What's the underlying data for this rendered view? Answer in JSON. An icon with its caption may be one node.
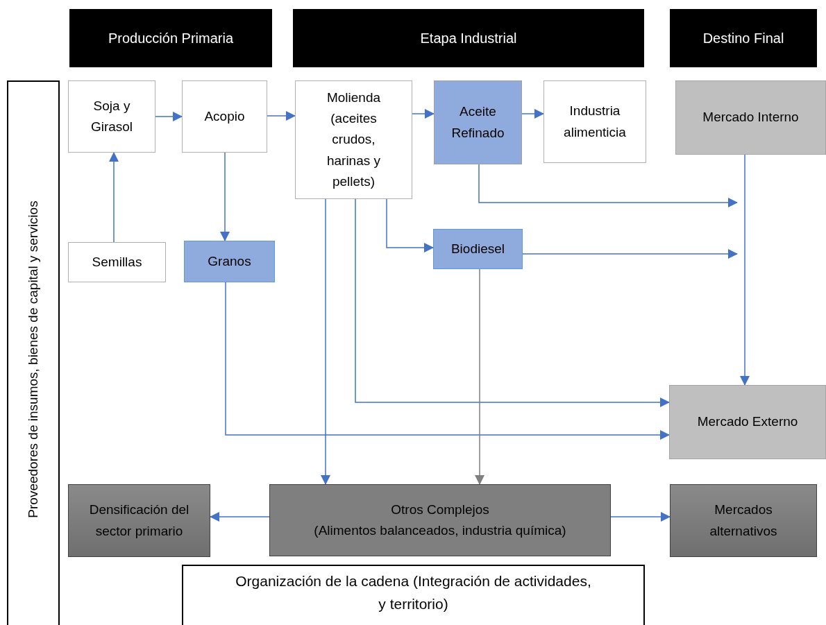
{
  "diagram": {
    "nodes": [
      {
        "text": [
          "Producción Primaria"
        ]
      },
      {
        "text": [
          "Etapa Industrial"
        ]
      },
      {
        "text": [
          "Destino Final"
        ]
      },
      {
        "text": [
          "Proveedores de insumos, bienes de capital y servicios"
        ]
      },
      {
        "text": [
          "Soja y Girasol"
        ]
      },
      {
        "text": [
          "Acopio"
        ]
      },
      {
        "text": [
          "Molienda (aceites crudos, harinas y pellets)"
        ]
      },
      {
        "text": [
          "Aceite Refinado"
        ]
      },
      {
        "text": [
          "Industria alimenticia"
        ]
      },
      {
        "text": [
          "Mercado Interno"
        ]
      },
      {
        "text": [
          "Semillas"
        ]
      },
      {
        "text": [
          "Granos"
        ]
      },
      {
        "text": [
          "Biodiesel"
        ]
      },
      {
        "text": [
          "Mercado Externo"
        ]
      },
      {
        "text": [
          "Densificación del sector primario"
        ]
      },
      {
        "text": [
          "Otros Complejos",
          "(Alimentos balanceados, industria química)"
        ]
      },
      {
        "text": [
          "Mercados alternativos"
        ]
      },
      {
        "text": [
          "Organización de la cadena (Integración de actividades, y territorio)"
        ]
      }
    ],
    "edges": [
      {
        "from": 4,
        "to": 5,
        "arrow": "to"
      },
      {
        "from": 5,
        "to": 6,
        "arrow": "to"
      },
      {
        "from": 6,
        "to": 7,
        "arrow": "to"
      },
      {
        "from": 7,
        "to": 8,
        "arrow": "to"
      },
      {
        "from": 10,
        "to": 4,
        "arrow": "to"
      },
      {
        "from": 5,
        "to": 11,
        "arrow": "to"
      },
      {
        "from": 6,
        "to": 12,
        "arrow": "to"
      },
      {
        "from": 7,
        "to": null,
        "arrow": "to"
      },
      {
        "from": 12,
        "to": null,
        "arrow": "to"
      },
      {
        "from": 9,
        "to": 13,
        "arrow": "to"
      },
      {
        "from": 6,
        "to": 13,
        "arrow": "to"
      },
      {
        "from": 11,
        "to": 13,
        "arrow": "to"
      },
      {
        "from": 6,
        "to": 15,
        "arrow": "to"
      },
      {
        "from": 12,
        "to": 15,
        "arrow": "to",
        "color": "#7f7f7f"
      },
      {
        "from": 15,
        "to": 14,
        "arrow": "to"
      },
      {
        "from": 15,
        "to": 16,
        "arrow": "to"
      }
    ]
  }
}
